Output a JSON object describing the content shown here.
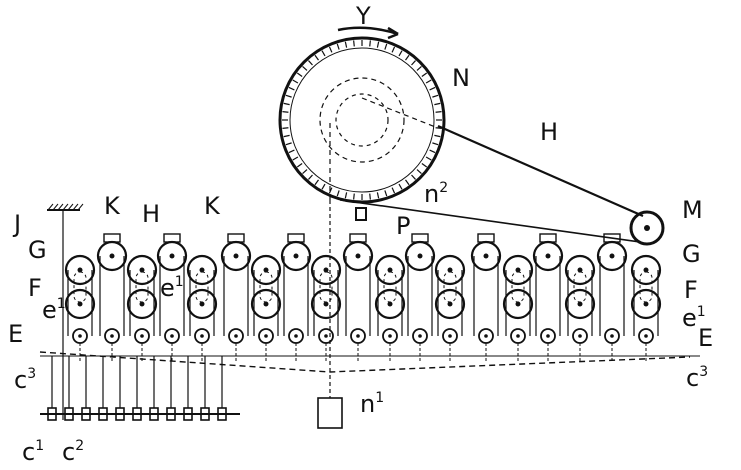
{
  "diagram": {
    "labels": {
      "Y": "Y",
      "N": "N",
      "H_right": "H",
      "H_left": "H",
      "M": "M",
      "J": "J",
      "K_left": "K",
      "K_mid": "K",
      "G_left": "G",
      "G_right": "G",
      "F_left": "F",
      "F_right": "F",
      "e1_left": "e",
      "e1_mid": "e",
      "e1_right": "e",
      "E_left": "E",
      "E_right": "E",
      "P": "P",
      "n2": "n",
      "n1": "n",
      "c3_left": "c",
      "c3_right": "c",
      "c1": "c",
      "c2": "c"
    },
    "superscripts": {
      "n2": "2",
      "n1": "1",
      "e1_left": "1",
      "e1_mid": "1",
      "e1_right": "1",
      "c3_left": "3",
      "c3_right": "3",
      "c1": "1",
      "c2": "2"
    },
    "colors": {
      "ink": "#111111",
      "paper": "#ffffff"
    }
  }
}
